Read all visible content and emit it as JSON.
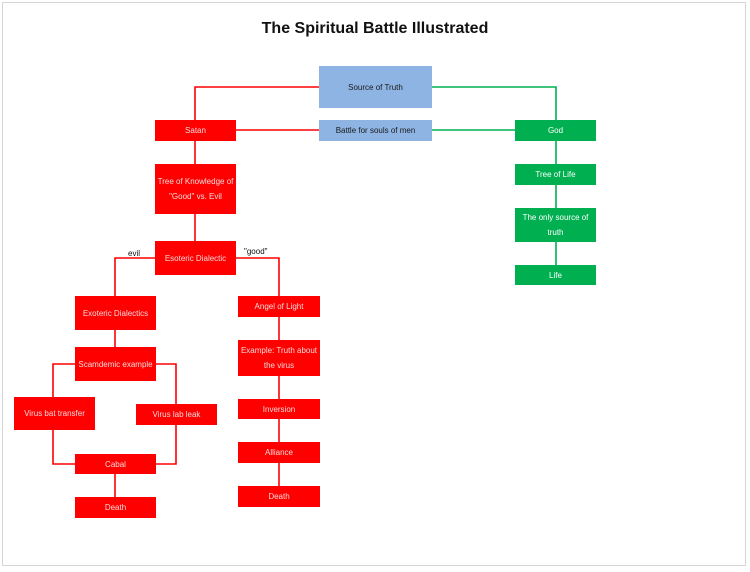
{
  "title": "The Spiritual Battle Illustrated",
  "colors": {
    "evil_path": "#ff0000",
    "god_path": "#00b050",
    "neutral": "#8eb4e3"
  },
  "nodes": {
    "source_of_truth": "Source of Truth",
    "satan": "Satan",
    "battle": "Battle for souls of men",
    "god": "God",
    "tree_knowledge": "Tree of Knowledge of \"Good\" vs. Evil",
    "tree_of_life": "Tree of Life",
    "only_source": "The only source of truth",
    "life": "Life",
    "esoteric": "Esoteric Dialectic",
    "exoteric": "Exoteric Dialectics",
    "angel_of_light": "Angel of Light",
    "scamdemic": "Scamdemic example",
    "example_truth": "Example: Truth about the virus",
    "bat_transfer": "Virus bat transfer",
    "lab_leak": "Virus lab leak",
    "inversion": "Inversion",
    "cabal": "Cabal",
    "alliance": "Alliance",
    "death_left": "Death",
    "death_right": "Death"
  },
  "edge_labels": {
    "evil": "evil",
    "good": "\"good\""
  }
}
